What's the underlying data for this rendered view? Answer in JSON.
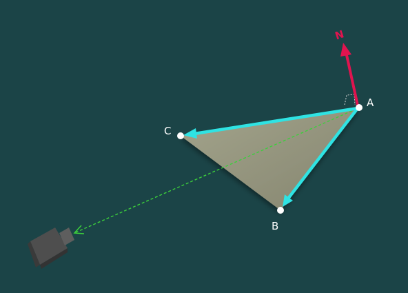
{
  "vertices": {
    "a": {
      "label": "A"
    },
    "b": {
      "label": "B"
    },
    "c": {
      "label": "C"
    }
  },
  "normal": {
    "label": "N"
  },
  "colors": {
    "background": "#1b4447",
    "triangle_fill": "#8f8f78",
    "edge": "#2fe3e3",
    "normal": "#e0144f",
    "sight_line": "#3ccf3c",
    "vertex_dot": "#ffffff",
    "camera": "#555555"
  },
  "icons": {
    "camera": "camera-icon",
    "normal_arrow": "normal-vector-arrow"
  }
}
